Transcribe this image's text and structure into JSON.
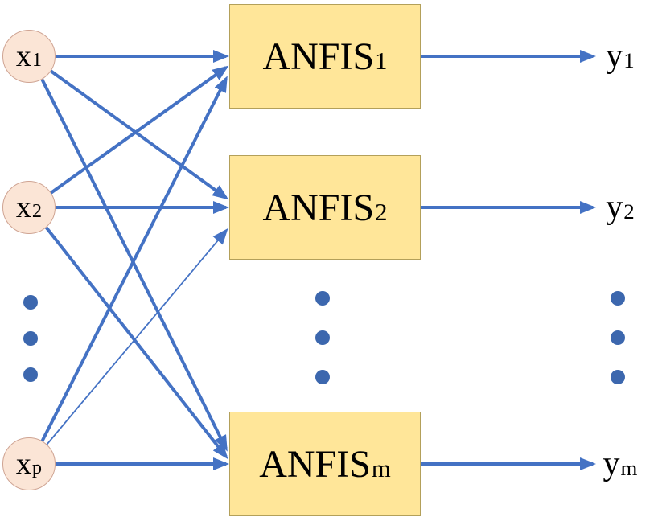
{
  "diagram": {
    "inputs": [
      {
        "base": "x",
        "sub": "1"
      },
      {
        "base": "x",
        "sub": "2"
      },
      {
        "base": "x",
        "sub": "p"
      }
    ],
    "blocks": [
      {
        "base": "ANFIS",
        "sub": "1"
      },
      {
        "base": "ANFIS",
        "sub": "2"
      },
      {
        "base": "ANFIS",
        "sub": "m"
      }
    ],
    "outputs": [
      {
        "base": "y",
        "sub": "1"
      },
      {
        "base": "y",
        "sub": "2"
      },
      {
        "base": "y",
        "sub": "m"
      }
    ],
    "connections": {
      "input_to_block": "fully-connected arrows",
      "block_to_output": "one-to-one arrows"
    },
    "colors": {
      "arrow": "#4472c4",
      "dot": "#3c67ae",
      "box_fill": "#ffe699",
      "box_border": "#b3a05a",
      "node_fill": "#fbe5d6",
      "node_border": "#cfa493",
      "text": "#000000"
    }
  }
}
